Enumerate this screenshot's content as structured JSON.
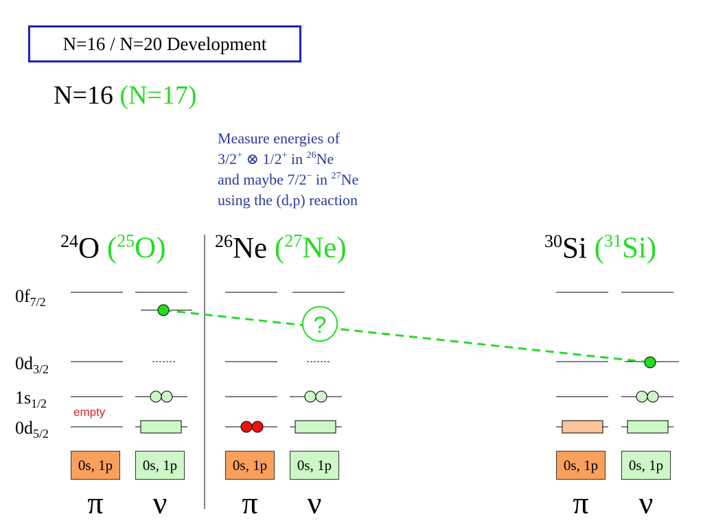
{
  "title": "N=16 / N=20 Development",
  "subtitle": {
    "main": "N=16 ",
    "paren": "(N=17)"
  },
  "note": {
    "line1": "Measure energies of",
    "line2a": "3/2",
    "line2b": "+",
    "line2c": " ⊗ 1/2",
    "line2d": "+",
    "line2e": " in ",
    "line2f": "26",
    "line2g": "Ne",
    "line3a": "and maybe 7/2",
    "line3b": "−",
    "line3c": " in ",
    "line3d": "27",
    "line3e": "Ne",
    "line4": "using the (d,p) reaction"
  },
  "nuclei": [
    {
      "mass": "24",
      "element": "O",
      "paren_open": " (",
      "paren_mass": "25",
      "paren_element": "O",
      "paren_close": ")"
    },
    {
      "mass": "26",
      "element": "Ne",
      "paren_open": " (",
      "paren_mass": "27",
      "paren_element": "Ne",
      "paren_close": ")"
    },
    {
      "mass": "30",
      "element": "Si",
      "paren_open": " (",
      "paren_mass": "31",
      "paren_element": "Si",
      "paren_close": ")"
    }
  ],
  "levels": [
    {
      "orbital": "0f",
      "sub": "7/2"
    },
    {
      "orbital": "0d",
      "sub": "3/2"
    },
    {
      "orbital": "1s",
      "sub": "1/2"
    },
    {
      "orbital": "0d",
      "sub": "5/2"
    }
  ],
  "empty_label": "empty",
  "core_label": "0s, 1p",
  "proton_symbol": "π",
  "neutron_symbol": "ν",
  "question_mark": "?",
  "colors": {
    "title_border": "#1f1fbf",
    "highlight_green": "#22dd22",
    "note_blue": "#2a3a9c",
    "proton_core": "#f8a05c",
    "neutron_core": "#cdf7c7",
    "proton_block": "#fbc496",
    "filled_proton": "#ee1111",
    "empty_red": "#e02020"
  }
}
